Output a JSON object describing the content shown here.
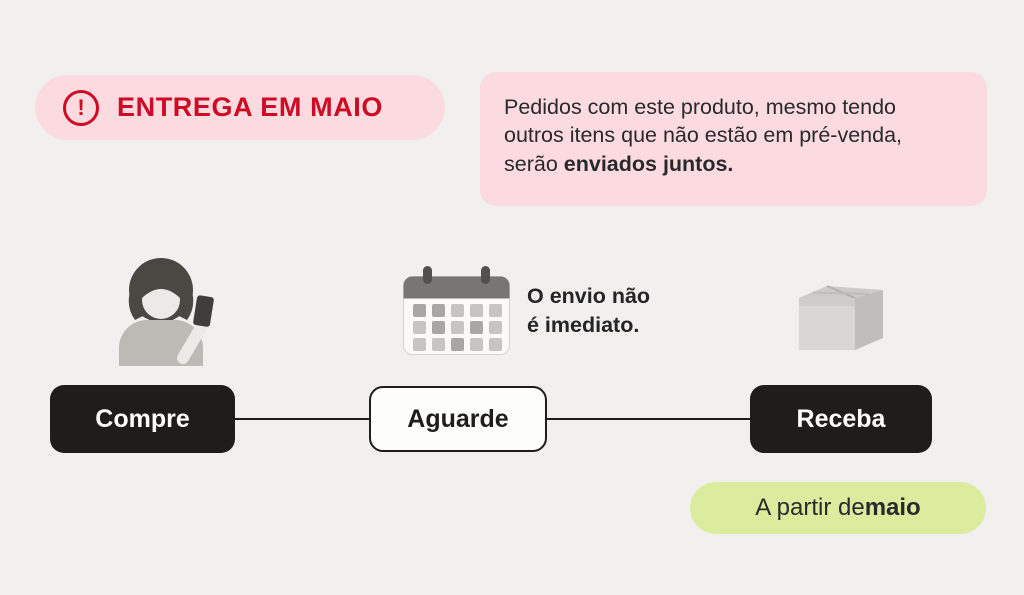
{
  "alert": {
    "icon_glyph": "!",
    "label": "ENTREGA EM MAIO"
  },
  "info": {
    "line1": "Pedidos com este produto, mesmo tendo",
    "line2": "outros itens que não estão em pré-venda,",
    "line3_normal": "serão ",
    "line3_bold": "enviados juntos."
  },
  "timeline": {
    "step1_label": "Compre",
    "step2_label": "Aguarde",
    "step3_label": "Receba",
    "note_line1": "O envio não",
    "note_line2": "é imediato."
  },
  "availability": {
    "normal": "A partir de ",
    "bold": "maio"
  },
  "colors": {
    "accent_red": "#cf0a24",
    "pink_bg": "#fbdbe0",
    "green_bg": "#dcec9e",
    "button_black": "#1f1d1b",
    "page_bg": "#f1f0ee"
  }
}
